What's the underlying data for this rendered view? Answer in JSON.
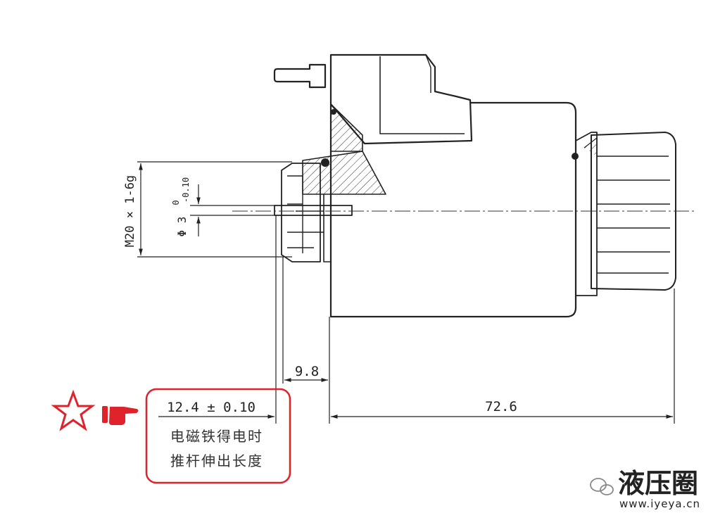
{
  "dimensions": {
    "thread": "M20 × 1-6g",
    "rod_diameter": "Φ 3",
    "rod_tol_upper": "0",
    "rod_tol_lower": "-0.10",
    "shoulder": "9.8",
    "body_length": "72.6",
    "stroke": "12.4 ± 0.10"
  },
  "annotation": {
    "line1": "电磁铁得电时",
    "line2": "推杆伸出长度"
  },
  "icons": {
    "star": "star-outline-icon",
    "hand": "pointing-hand-icon",
    "wechat": "wechat-icon"
  },
  "watermark": {
    "brand": "液压圈",
    "url": "www.iyeya.cn"
  },
  "colors": {
    "line": "#222222",
    "highlight": "#e0222a",
    "brand_dark": "#222222",
    "brand_blue": "#2d6db5"
  }
}
